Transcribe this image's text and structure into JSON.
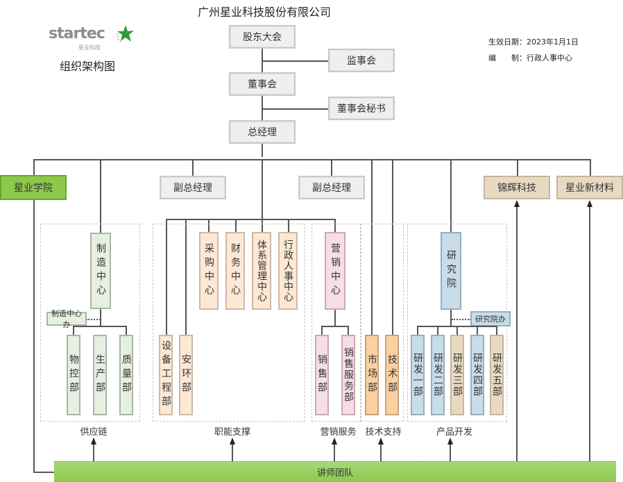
{
  "header": {
    "company": "广州星业科技股份有限公司",
    "logo_text": "startec",
    "logo_sub": "星业科技",
    "chart_title": "组织架构图",
    "effective_date_label": "生效日期：",
    "effective_date": "2023年1月1日",
    "editor_label": "编　　制：",
    "editor": "行政人事中心"
  },
  "top": {
    "shareholders": "股东大会",
    "supervisors": "监事会",
    "board": "董事会",
    "board_secretary": "董事会秘书",
    "gm": "总经理"
  },
  "level2": {
    "academy": "星业学院",
    "vp1": "副总经理",
    "vp2": "副总经理",
    "jinhui": "锦辉科技",
    "new_materials": "星业新材料"
  },
  "groups": {
    "supply": {
      "label": "供应链",
      "center": "制造中心",
      "office": "制造中心办",
      "depts": [
        "物控部",
        "生产部",
        "质量部"
      ]
    },
    "support": {
      "label": "职能支撑",
      "depts_low": [
        "设备工程部",
        "安环部"
      ],
      "centers": [
        "采购中心",
        "财务中心",
        "体系管理中心",
        "行政人事中心"
      ]
    },
    "marketing": {
      "label": "营销服务",
      "center": "营销中心",
      "depts": [
        "销售部",
        "销售服务部"
      ]
    },
    "tech": {
      "label": "技术支持",
      "depts": [
        "市场部",
        "技术部"
      ]
    },
    "rd": {
      "label": "产品开发",
      "center": "研究院",
      "office": "研究院办",
      "depts": [
        "研发一部",
        "研发二部",
        "研发三部",
        "研发四部",
        "研发五部"
      ]
    }
  },
  "footer": {
    "teachers": "讲师团队"
  },
  "colors": {
    "academy_green": "#8cc84b",
    "subsidiary_tan": "#e8d9c2",
    "support_peach": "#fde8d4",
    "supply_green": "#e6efe1",
    "marketing_pink": "#f6dde6",
    "tech_orange": "#fbd0a1",
    "rd_blue": "#c8dce9"
  }
}
